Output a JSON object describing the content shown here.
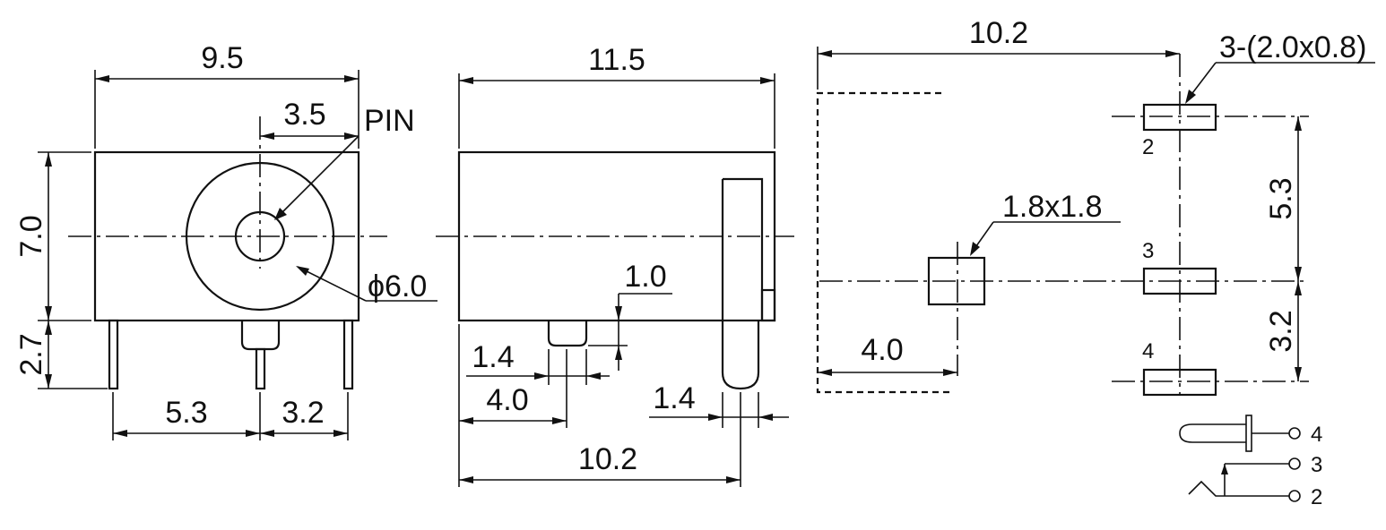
{
  "front_view": {
    "width": "9.5",
    "pin_offset": "3.5",
    "pin_label": "PIN",
    "height": "7.0",
    "pin_length": "2.7",
    "diameter": "ϕ6.0",
    "pin_spacing_left": "5.3",
    "pin_spacing_right": "3.2"
  },
  "side_view": {
    "length": "11.5",
    "pin_width": "1.0",
    "pin_thickness": "1.4",
    "pin_position": "4.0",
    "rear_pin_thickness": "1.4",
    "overall_length": "10.2"
  },
  "footprint": {
    "length": "10.2",
    "slot_size": "3-(2.0x0.8)",
    "pad_size": "1.8x1.8",
    "pad_offset": "4.0",
    "pin2_to_pin3": "5.3",
    "pin3_to_pin4": "3.2",
    "pin_numbers": [
      "2",
      "3",
      "4"
    ]
  },
  "schematic": {
    "pin_labels": [
      "4",
      "3",
      "2"
    ]
  }
}
